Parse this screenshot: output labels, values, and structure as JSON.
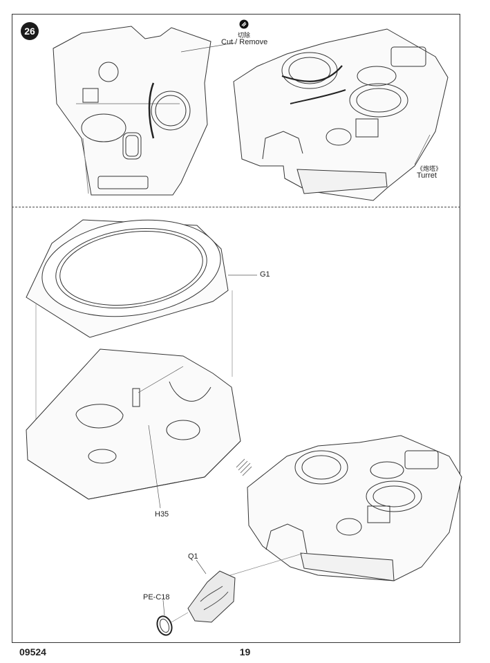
{
  "step": {
    "number": "26"
  },
  "callouts": {
    "cut_cn": "切除",
    "cut_en": "Cut / Remove",
    "turret_cn": "《炮塔》",
    "turret_en": "Turret",
    "g1": "G1",
    "h35": "H35",
    "q1": "Q1",
    "pe_c18": "PE-C18"
  },
  "footer": {
    "kit_code": "09524",
    "page_number": "19"
  },
  "icons": {
    "cut": "scissors-cut-icon",
    "direction": "hatched-arrow-icon"
  }
}
